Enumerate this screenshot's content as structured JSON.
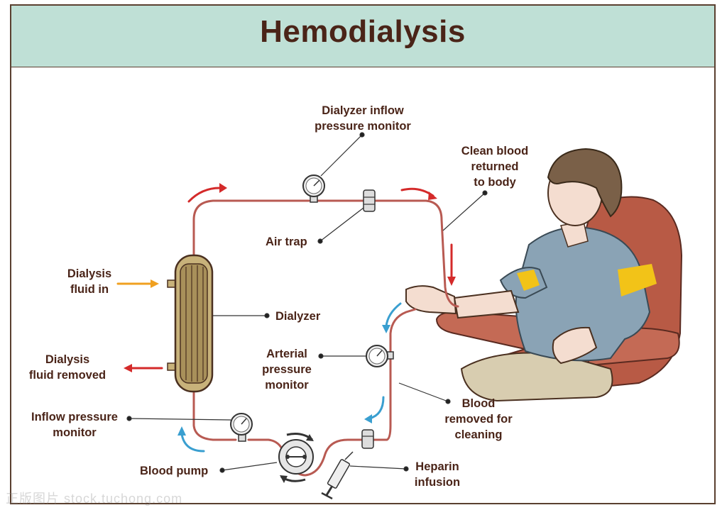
{
  "title": "Hemodialysis",
  "labels": {
    "dialyzer_inflow": "Dialyzer inflow\npressure monitor",
    "clean_blood": "Clean blood\nreturned\nto body",
    "air_trap": "Air trap",
    "dialysis_fluid_in": "Dialysis\nfluid in",
    "dialyzer": "Dialyzer",
    "arterial_monitor": "Arterial\npressure\nmonitor",
    "dialysis_fluid_removed": "Dialysis\nfluid removed",
    "blood_removed": "Blood\nremoved for\ncleaning",
    "inflow_monitor": "Inflow pressure\nmonitor",
    "blood_pump": "Blood pump",
    "heparin": "Heparin\ninfusion"
  },
  "watermark": "正版图片 stock.tuchong.com",
  "colors": {
    "header": "#bfe0d6",
    "text": "#4a2418",
    "tube": "#b85a52",
    "flow_red": "#d42a2a",
    "flow_blue": "#3a9fd0",
    "fluid_orange": "#f0a020",
    "shirt": "#8aa3b5",
    "chair": "#b85a45"
  }
}
